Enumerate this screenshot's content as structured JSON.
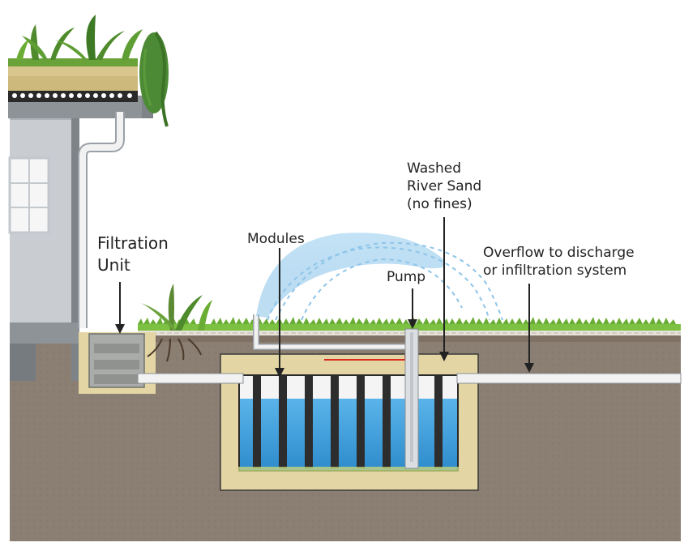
{
  "labels": {
    "filtration_unit": [
      "Filtration",
      "Unit"
    ],
    "modules": "Modules",
    "sand": [
      "Washed",
      "River Sand",
      "(no fines)"
    ],
    "pump": "Pump",
    "overflow": [
      "Overflow to discharge",
      "or infiltration system"
    ]
  },
  "colors": {
    "soil": "#8a7d70",
    "sand": "#e4d6a4",
    "water": "#3d9bd8",
    "grass": "#7cc142",
    "pipe": "#f2f2f2",
    "wall": "#c9cdd2",
    "red_line": "#d62b1e",
    "spray": "#8ec5e8"
  }
}
